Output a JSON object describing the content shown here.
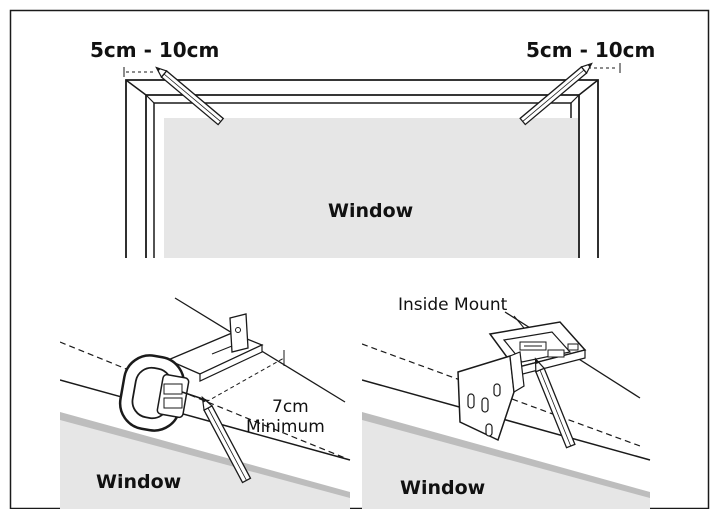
{
  "top_panel": {
    "left_range_label": "5cm - 10cm",
    "right_range_label": "5cm - 10cm",
    "window_label": "Window"
  },
  "bottom_left_panel": {
    "window_label": "Window",
    "distance_label_line1": "7cm",
    "distance_label_line2": "Minimum"
  },
  "bottom_right_panel": {
    "mount_label": "Inside Mount",
    "window_label": "Window"
  },
  "colors": {
    "line": "#1a1a1a",
    "window_fill": "#e6e6e6",
    "wall_band": "#bdbdbd"
  }
}
